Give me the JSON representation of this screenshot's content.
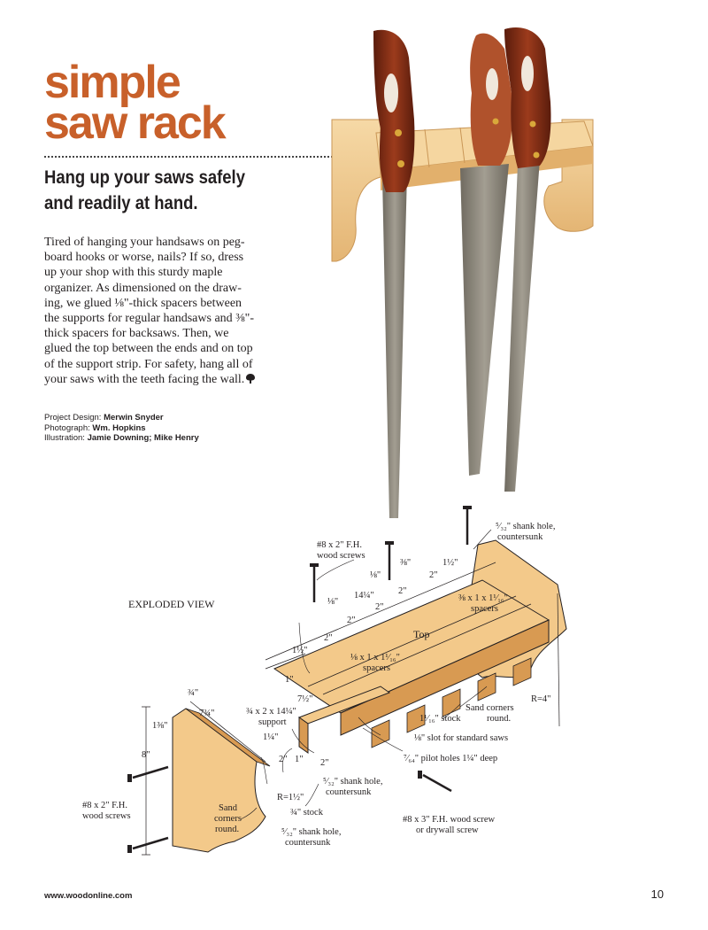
{
  "title": {
    "line1": "simple",
    "line2": "saw rack"
  },
  "subtitle": {
    "line1": "Hang up your saws safely",
    "line2": "and readily at hand."
  },
  "body_lines": [
    "Tired of hanging your handsaws on peg-",
    "board hooks or worse, nails? If so, dress",
    "up your shop with this sturdy maple",
    "organizer. As dimensioned on the draw-",
    "ing, we glued ⅛\"-thick spacers between",
    "the supports for regular handsaws and ⅜\"-",
    "thick spacers for backsaws. Then, we",
    "glued the top between the ends and on top",
    "of the support strip. For safety, hang all of",
    "your saws with the teeth facing the wall."
  ],
  "credits": [
    {
      "label": "Project Design:",
      "value": "Merwin Snyder"
    },
    {
      "label": "Photograph:",
      "value": "Wm. Hopkins"
    },
    {
      "label": "Illustration:",
      "value": "Jamie Downing; Mike Henry"
    }
  ],
  "drawing": {
    "heading": "EXPLODED VIEW",
    "labels": {
      "shank_top_1": "⁵⁄₃₂\" shank hole,",
      "shank_top_2": "countersunk",
      "screws_top_1": "#8 x 2\" F.H.",
      "screws_top_2": "wood screws",
      "d_3_8": "⅜\"",
      "d_1_1_2_a": "1½\"",
      "d_1_8_a": "⅛\"",
      "d_14_1_4": "14¼\"",
      "d_2_a": "2\"",
      "d_2_b": "2\"",
      "d_2_c": "2\"",
      "spacers_38_1": "⅜ x 1 x 1¹⁄₁₆\"",
      "spacers_38_2": "spacers",
      "d_1_8_b": "⅛\"",
      "d_2_d": "2\"",
      "d_2_e": "2\"",
      "top": "Top",
      "d_1_1_2_b": "1½\"",
      "spacers_18_1": "⅛ x 1 x 1¹⁄₁₆\"",
      "spacers_18_2": "spacers",
      "d_1_a": "1\"",
      "d_7_1_2": "7½\"",
      "radius_4": "R=4\"",
      "sand_right_1": "Sand corners",
      "sand_right_2": "round.",
      "stock_1_1_16": "1¹⁄₁₆\" stock",
      "d_3_4_a": "¾\"",
      "d_7_3_4": "7¾\"",
      "support_1": "¾ x 2 x 14¼\"",
      "support_2": "support",
      "slot": "⅛\" slot for standard saws",
      "d_1_3_8": "1⅜\"",
      "d_1_1_4": "1¼\"",
      "pilot": "⁷⁄₆₄\" pilot holes 1¼\" deep",
      "d_8": "8\"",
      "d_2_f": "2\"",
      "d_1_b": "1\"",
      "d_2_g": "2\"",
      "shank_mid_1": "⁵⁄₃₂\" shank hole,",
      "shank_mid_2": "countersunk",
      "radius_1_1_2": "R=1½\"",
      "screws_left_1": "#8 x 2\" F.H.",
      "screws_left_2": "wood screws",
      "sand_left_1": "Sand",
      "sand_left_2": "corners",
      "sand_left_3": "round.",
      "stock_3_4": "¾\" stock",
      "shank_bot_1": "⁵⁄₃₂\" shank hole,",
      "shank_bot_2": "countersunk",
      "screw_3_1": "#8 x 3\" F.H. wood screw",
      "screw_3_2": "or drywall screw"
    }
  },
  "footer": {
    "url": "www.woodonline.com",
    "page": "10"
  },
  "colors": {
    "title": "#c8602a",
    "maple": "#f3c98a",
    "maple_dark": "#d89a52",
    "handle": "#7a2a14",
    "blade": "#8a8478"
  },
  "icons": [
    "tree-icon",
    "screw-icon"
  ]
}
